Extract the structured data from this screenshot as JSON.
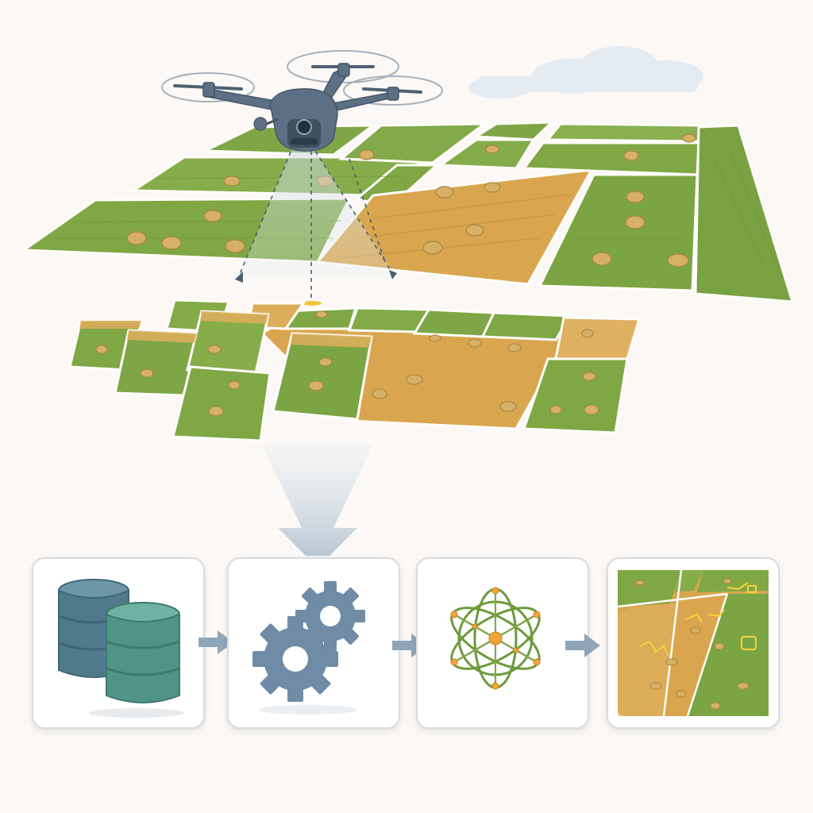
{
  "colors": {
    "background": "#fbf8f5",
    "field_green": "#7fa744",
    "field_green_dark": "#5f8a2e",
    "field_wheat": "#d9a64f",
    "field_wheat_light": "#e8c27a",
    "hay_bale": "#d6b064",
    "drone_body": "#5d6f82",
    "database_blue": "#4f7a8c",
    "database_teal": "#4f9486",
    "gear_blue": "#6f8ba6",
    "network_green": "#6e9a3c",
    "network_node": "#f2a33a",
    "arrow_blue": "#8fa6b8",
    "box_border": "#d9dcde"
  },
  "icons": {
    "drone": "drone-icon",
    "database": "database-icon",
    "processing": "gears-icon",
    "model": "neural-network-icon",
    "result": "annotated-field-map-icon"
  },
  "pipeline": [
    {
      "id": "data-storage",
      "icon": "database-icon"
    },
    {
      "id": "processing",
      "icon": "gears-icon"
    },
    {
      "id": "analysis",
      "icon": "neural-network-icon"
    },
    {
      "id": "detection-map",
      "icon": "annotated-field-map-icon"
    }
  ]
}
